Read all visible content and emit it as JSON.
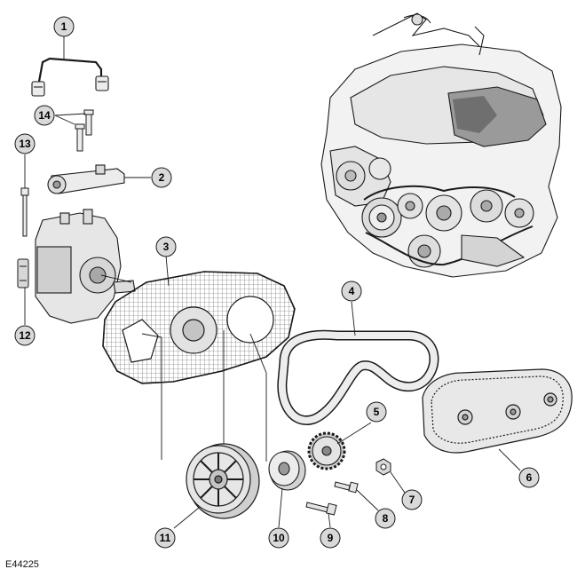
{
  "figure": {
    "reference": "E44225",
    "callouts": [
      {
        "id": "c1",
        "label": "1"
      },
      {
        "id": "c2",
        "label": "2"
      },
      {
        "id": "c3",
        "label": "3"
      },
      {
        "id": "c4",
        "label": "4"
      },
      {
        "id": "c5",
        "label": "5"
      },
      {
        "id": "c6",
        "label": "6"
      },
      {
        "id": "c7",
        "label": "7"
      },
      {
        "id": "c8",
        "label": "8"
      },
      {
        "id": "c9",
        "label": "9"
      },
      {
        "id": "c10",
        "label": "10"
      },
      {
        "id": "c11",
        "label": "11"
      },
      {
        "id": "c12",
        "label": "12"
      },
      {
        "id": "c13",
        "label": "13"
      },
      {
        "id": "c14",
        "label": "14"
      }
    ]
  },
  "colors": {
    "ink": "#1a1a1a",
    "callout_fill": "#d9d9d9",
    "part_fill": "#ececec",
    "shade": "#9a9a9a",
    "background": "#ffffff"
  }
}
